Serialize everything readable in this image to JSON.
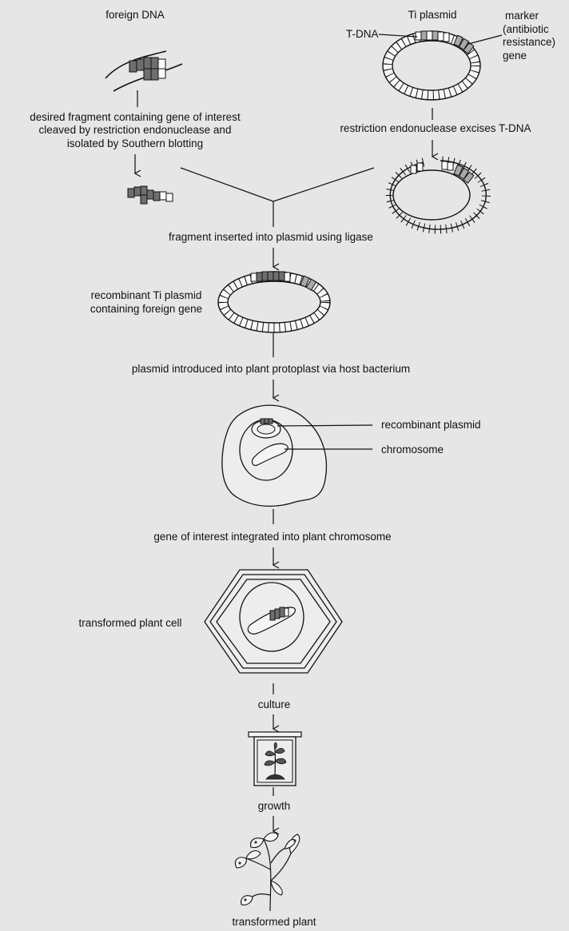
{
  "background": "#e6e6e7",
  "labels": {
    "foreign_dna": "foreign DNA",
    "ti_plasmid": "Ti plasmid",
    "t_dna": "T-DNA",
    "marker_1": "marker",
    "marker_2": "(antibiotic",
    "marker_3": "resistance)",
    "marker_4": "gene",
    "desired_1": "desired fragment containing gene of interest",
    "desired_2": "cleaved by restriction endonuclease and",
    "desired_3": "isolated by Southern blotting",
    "excise": "restriction endonuclease excises T-DNA",
    "inserted": "fragment inserted into plasmid using ligase",
    "recombinant_1": "recombinant Ti plasmid",
    "recombinant_2": "containing foreign gene",
    "introduced": "plasmid introduced into plant  protoplast via host bacterium",
    "recombinant_plasmid": "recombinant plasmid",
    "chromosome": "chromosome",
    "integrated": "gene of interest integrated into plant chromosome",
    "transformed_cell": "transformed plant cell",
    "culture": "culture",
    "growth": "growth",
    "transformed_plant": "transformed plant"
  }
}
